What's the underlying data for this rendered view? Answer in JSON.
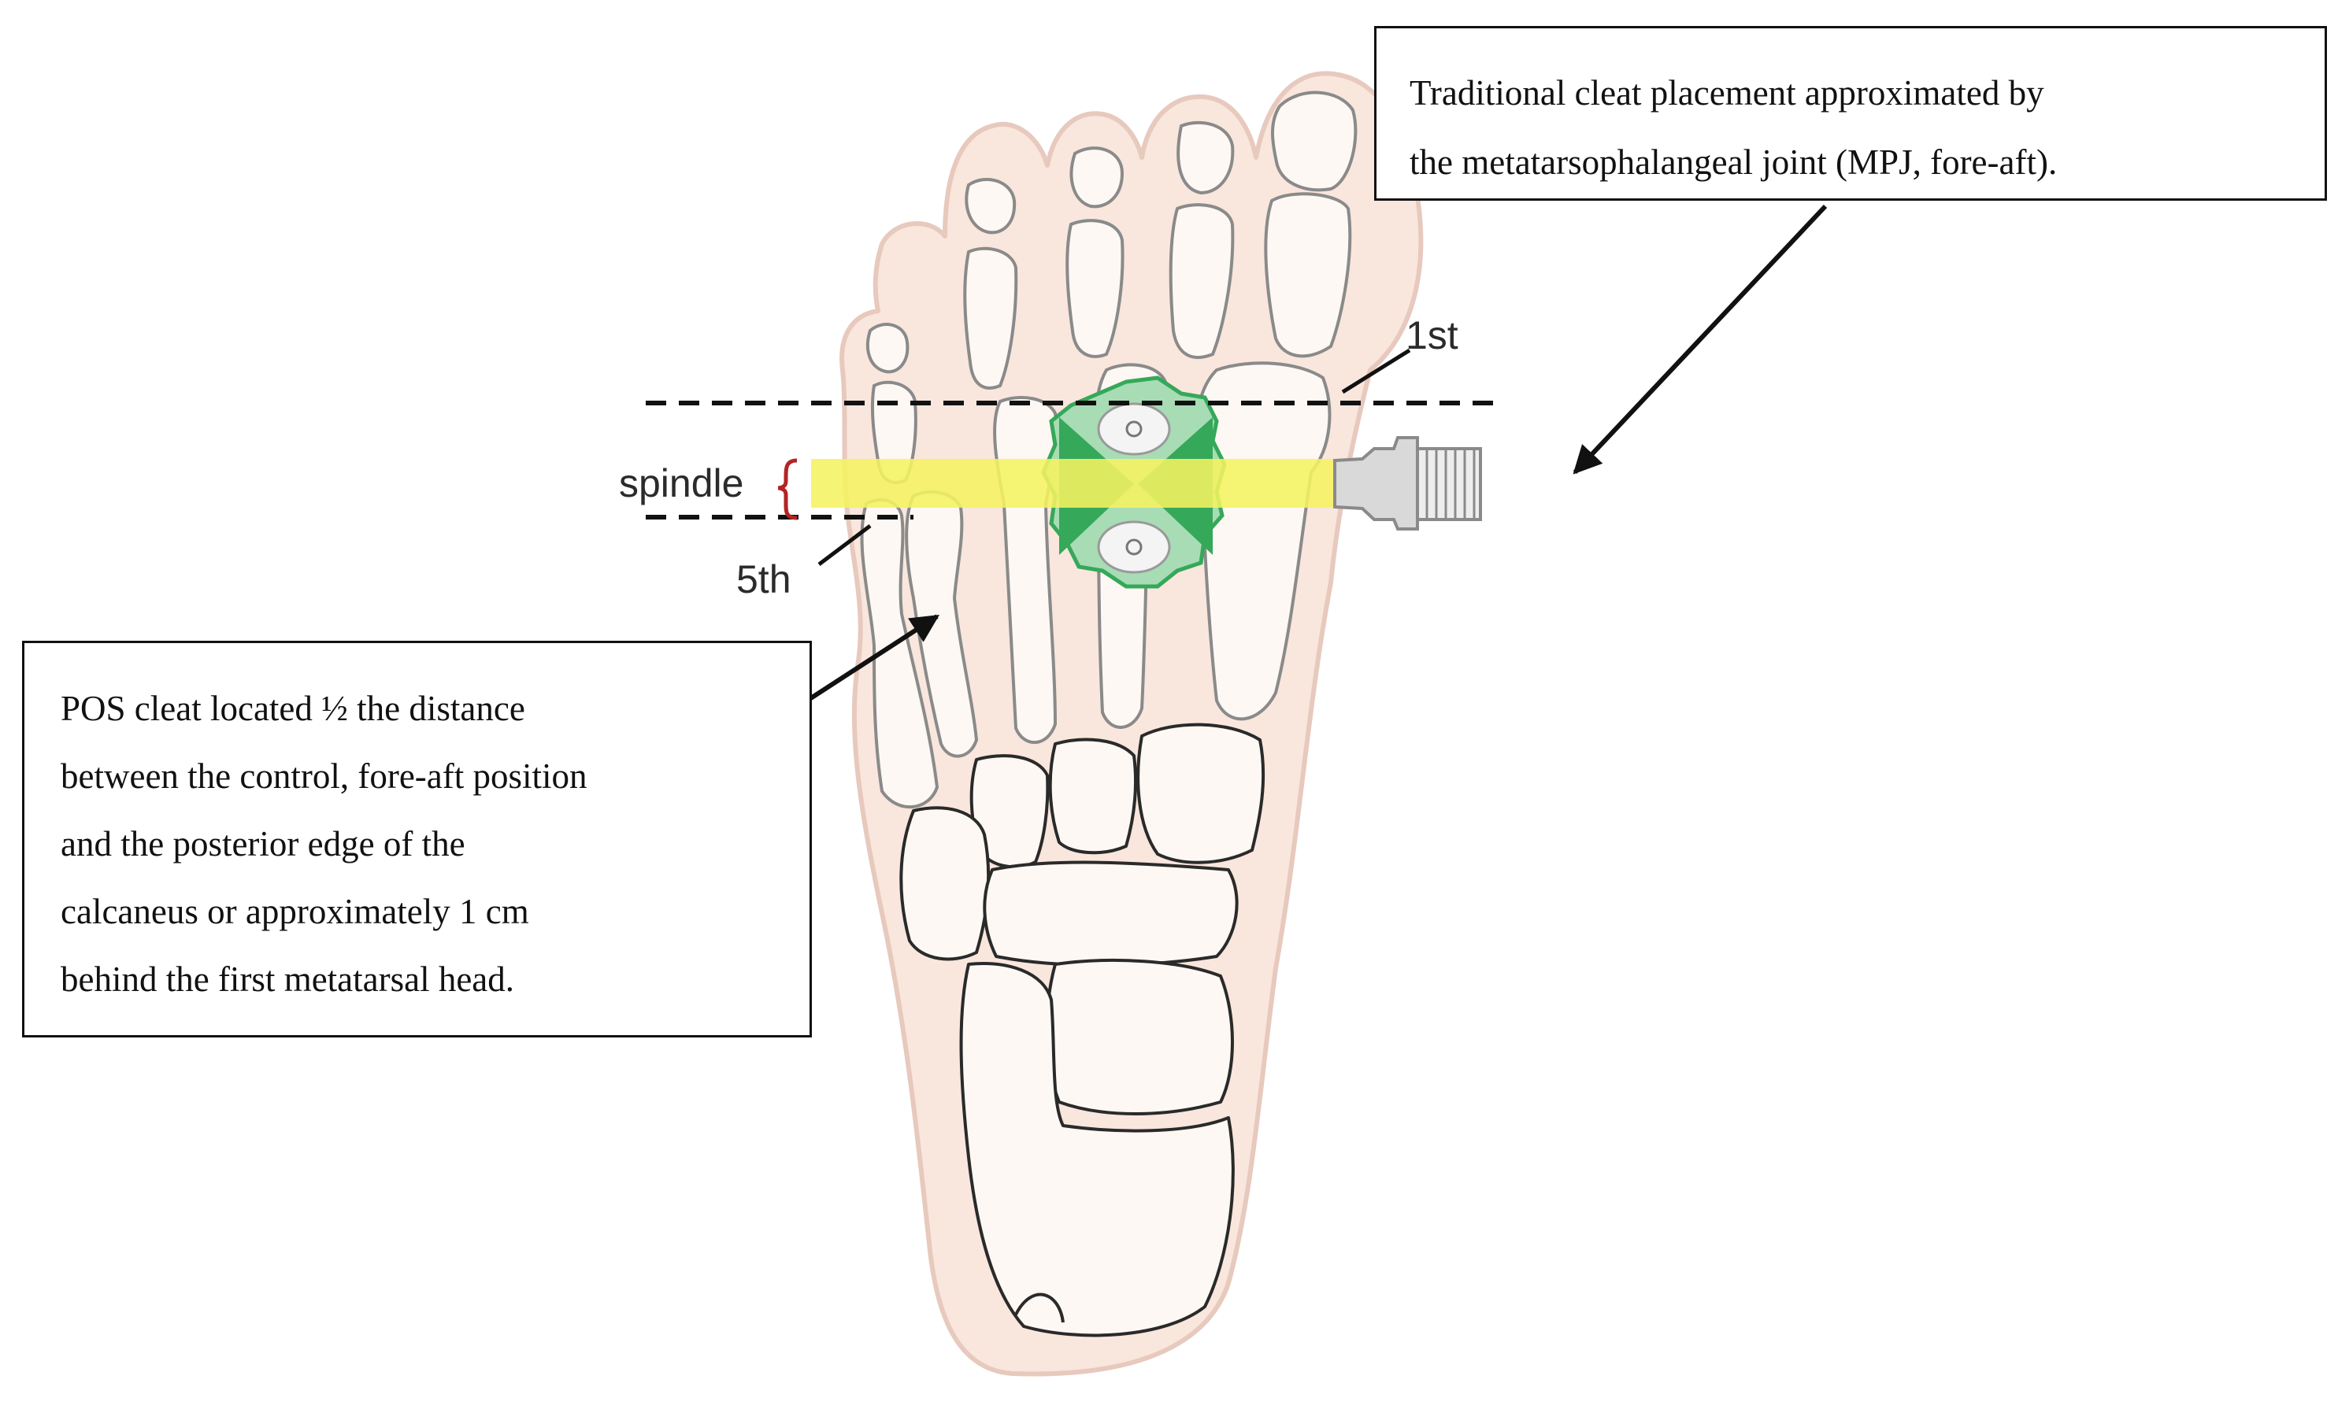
{
  "labels": {
    "first": "1st",
    "spindle": "spindle",
    "fifth": "5th"
  },
  "callouts": {
    "traditional": {
      "lines": [
        "Traditional cleat placement approximated by",
        "the metatarsophalangeal joint (MPJ, fore-aft)."
      ]
    },
    "pos": {
      "lines": [
        "POS cleat located ½ the distance",
        "between the control, fore-aft position",
        "and the posterior edge of the",
        "calcaneus or approximately 1 cm",
        "behind the first metatarsal head."
      ]
    }
  },
  "colors": {
    "skin_fill": "#f9e6dd",
    "skin_outline": "#e7c9bd",
    "bone_fill": "#fdf8f3",
    "bone_outline": "#8a8a8a",
    "bone_joint": "#2a2a2a",
    "cleat_green": "#35a85a",
    "cleat_light": "#a8dcb5",
    "spindle_yellow": "#f5f261",
    "spindle_metal": "#c8c8c8",
    "bracket_red": "#b32424",
    "arrow": "#111111"
  }
}
